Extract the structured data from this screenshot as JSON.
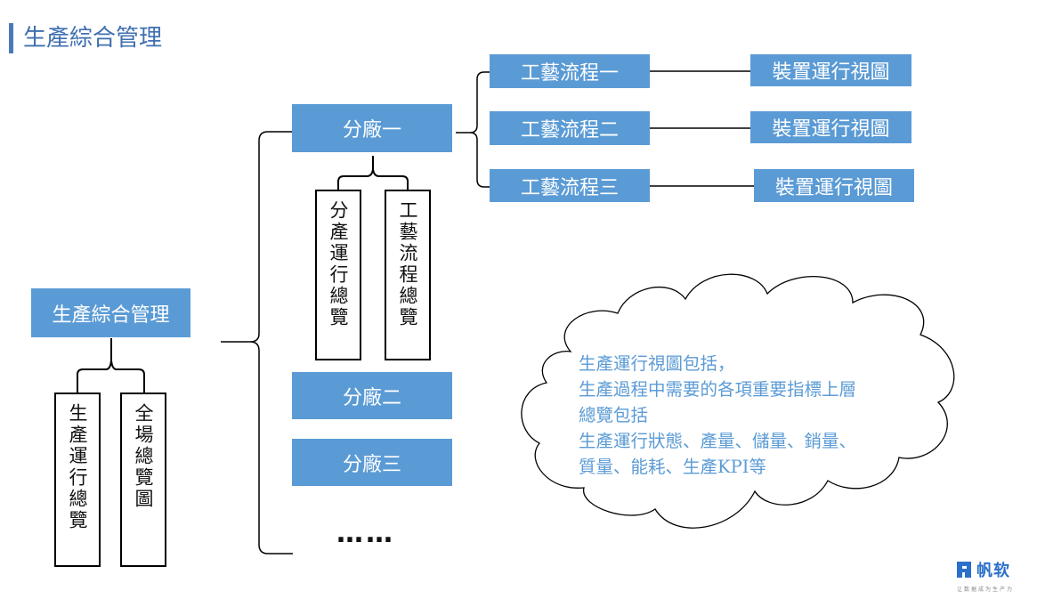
{
  "header": {
    "title": "生產綜合管理"
  },
  "root": {
    "label": "生產綜合管理"
  },
  "root_children": [
    "生產運行總覽",
    "全場總覽圖"
  ],
  "factories": [
    "分廠一",
    "分廠二",
    "分廠三"
  ],
  "factory_one_children": [
    "分產運行總覽",
    "工藝流程總覽"
  ],
  "processes": [
    "工藝流程一",
    "工藝流程二",
    "工藝流程三"
  ],
  "device_views": [
    "裝置運行視圖",
    "裝置運行視圖",
    "裝置運行視圖"
  ],
  "ellipsis": "……",
  "note": {
    "lines": [
      "生產運行視圖包括，",
      "生產過程中需要的各項重要指標上層",
      "總覽包括",
      "生產運行狀態、產量、儲量、銷量、",
      "質量、能耗、生產KPI等"
    ]
  },
  "logo": {
    "name": "帆软",
    "tagline": "让数据成为生产力"
  },
  "colors": {
    "box_fill": "#5b9bd5",
    "title": "#3f6fb0",
    "note_text": "#5b9bd5",
    "logo": "#2a6fc9"
  }
}
